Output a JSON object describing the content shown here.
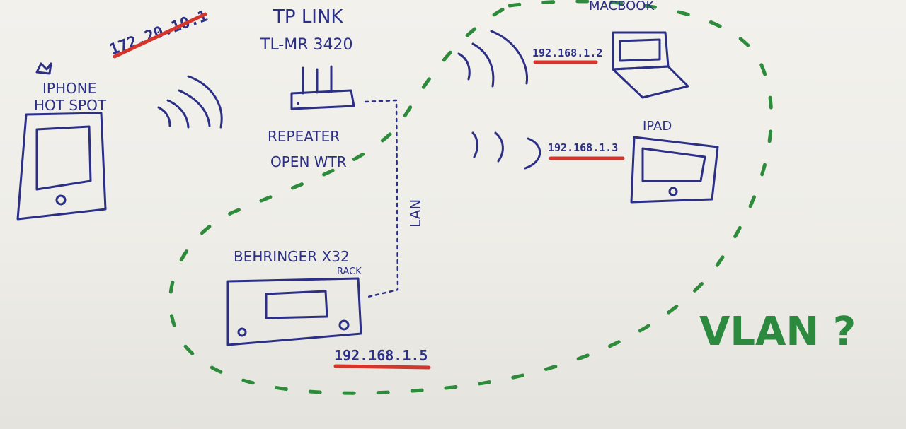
{
  "labels": {
    "iphone_line1": "IPHONE",
    "iphone_line2": "HOT SPOT",
    "iphone_ip": "172.20.10.1",
    "router_brand": "TP LINK",
    "router_model": "TL-MR 3420",
    "router_mode_line1": "REPEATER",
    "router_mode_line2": "OPEN WTR",
    "macbook": "MACBOOK",
    "macbook_ip": "192.168.1.2",
    "ipad": "IPAD",
    "ipad_ip": "192.168.1.3",
    "mixer_name": "BEHRINGER X32",
    "mixer_sub": "RACK",
    "mixer_ip": "192.168.1.5",
    "lan": "LAN",
    "vlan": "VLAN ?"
  },
  "colors": {
    "ink": "#2c2f86",
    "underline": "#d6352b",
    "vlan": "#2e8b3b",
    "paper": "#eeede8"
  }
}
